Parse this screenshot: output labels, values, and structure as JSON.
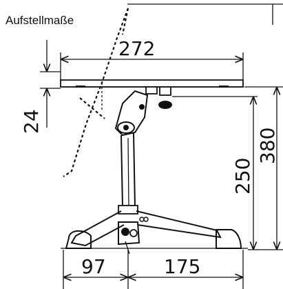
{
  "title": "Aufstellmaße",
  "dimensions": {
    "width_top": "272",
    "thickness": "24",
    "height_total": "380",
    "height_column": "250",
    "foot_left": "97",
    "foot_right": "175"
  }
}
